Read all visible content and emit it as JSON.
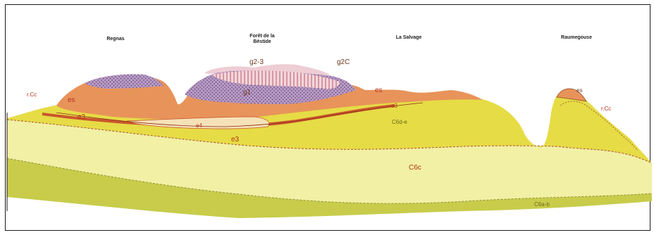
{
  "places": {
    "regnas": "Regnas",
    "foret_line1": "Forêt de la",
    "foret_line2": "Bèstide",
    "la_salvage": "La Salvage",
    "raumegouse": "Raumegouse"
  },
  "units": {
    "g2_3": "g2-3",
    "g2c": "g2C",
    "g1": "g1",
    "e5_left": "es",
    "e5_mid": "es",
    "e5_right": "es",
    "e3_left": "e3",
    "e3_mid": "e3",
    "e3_bottom": "e3",
    "e4": "e4",
    "rcc_left": "r.Cc",
    "rcc_right": "r.Cc",
    "c6d_e": "C6d-e",
    "c6c": "C6c",
    "c6a_b": "C6a-b"
  },
  "colors": {
    "frame": "#1a1a1a",
    "c6a_b": "#c8cc4a",
    "c6c": "#f1f0a4",
    "c6d_e": "#e6dc46",
    "eocene_orange": "#e8935a",
    "e4_pale": "#f6e2b8",
    "g1_purple": "#b79ac4",
    "g2_3_pink": "#eecdd4",
    "g2c_stripes": "#c46b7a",
    "label_orange": "#b0341c",
    "label_olive": "#6a6a18"
  }
}
